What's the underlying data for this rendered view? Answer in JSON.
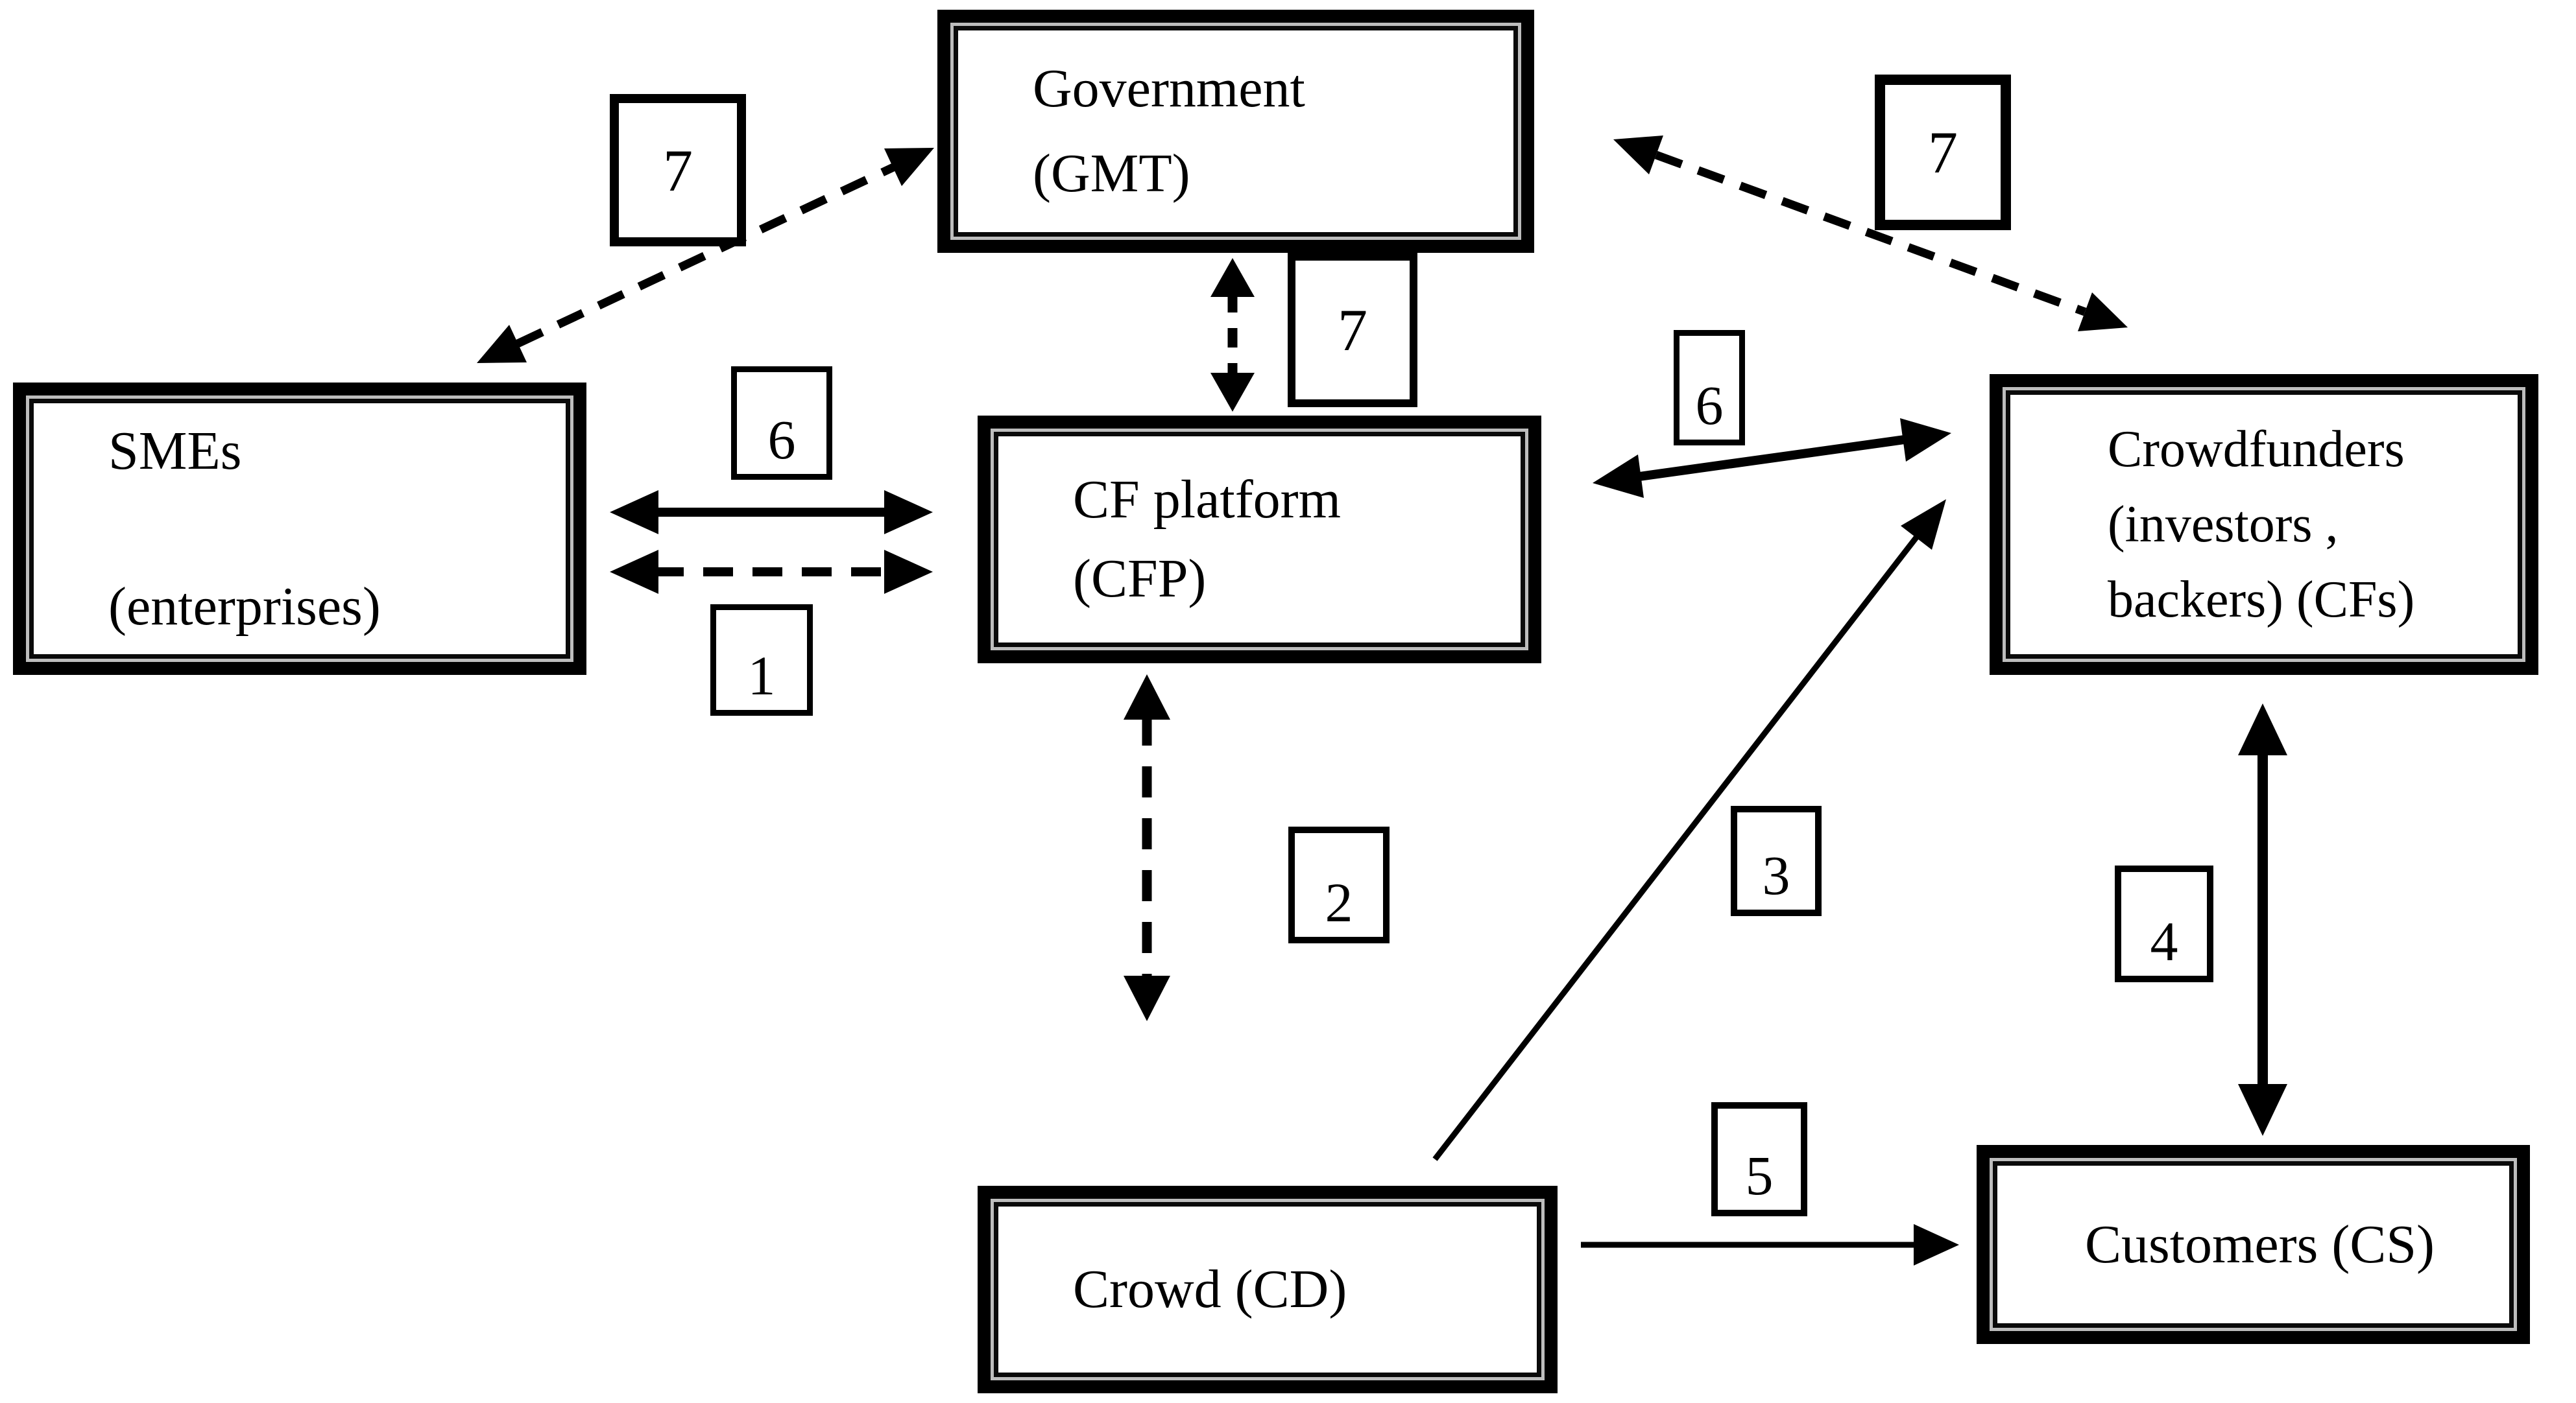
{
  "diagram": {
    "background": "#ffffff",
    "ink": "#000000",
    "type": "actor-relationship diagram of a crowdfunding ecosystem"
  },
  "entities": {
    "government": {
      "lines": [
        "Government",
        "(GMT)"
      ]
    },
    "smes": {
      "lines": [
        "SMEs",
        "(enterprises)"
      ]
    },
    "cf_platform": {
      "lines": [
        "CF platform",
        "(CFP)"
      ]
    },
    "crowdfunders": {
      "lines": [
        "Crowdfunders",
        "(investors ,",
        "backers) (CFs)"
      ]
    },
    "crowd": {
      "lines": [
        "Crowd (CD)"
      ]
    },
    "customers": {
      "lines": [
        "Customers (CS)"
      ]
    }
  },
  "edge_labels": {
    "smes_government": "7",
    "government_cfp": "7",
    "government_crowdfunders": "7",
    "smes_cfp_solid": "6",
    "smes_cfp_dashed": "1",
    "cfp_crowdfunders": "6",
    "cfp_crowd": "2",
    "crowd_crowdfunders": "3",
    "crowdfunders_customers": "4",
    "crowd_customers": "5"
  },
  "arrows": [
    {
      "label": "7",
      "from": "smes",
      "to": "government",
      "line_style": "dashed",
      "heads": "both"
    },
    {
      "label": "7",
      "from": "government",
      "to": "cf_platform",
      "line_style": "dashed",
      "heads": "both"
    },
    {
      "label": "7",
      "from": "government",
      "to": "crowdfunders",
      "line_style": "dashed",
      "heads": "both"
    },
    {
      "label": "6",
      "from": "smes",
      "to": "cf_platform",
      "line_style": "solid",
      "heads": "both"
    },
    {
      "label": "1",
      "from": "smes",
      "to": "cf_platform",
      "line_style": "dashed",
      "heads": "both"
    },
    {
      "label": "6",
      "from": "cf_platform",
      "to": "crowdfunders",
      "line_style": "solid",
      "heads": "both"
    },
    {
      "label": "2",
      "from": "cf_platform",
      "to": "crowd",
      "line_style": "dashed",
      "heads": "both"
    },
    {
      "label": "3",
      "from": "crowd",
      "to": "crowdfunders",
      "line_style": "solid",
      "heads": "end"
    },
    {
      "label": "4",
      "from": "crowdfunders",
      "to": "customers",
      "line_style": "solid",
      "heads": "both"
    },
    {
      "label": "5",
      "from": "crowd",
      "to": "customers",
      "line_style": "solid",
      "heads": "end"
    }
  ]
}
